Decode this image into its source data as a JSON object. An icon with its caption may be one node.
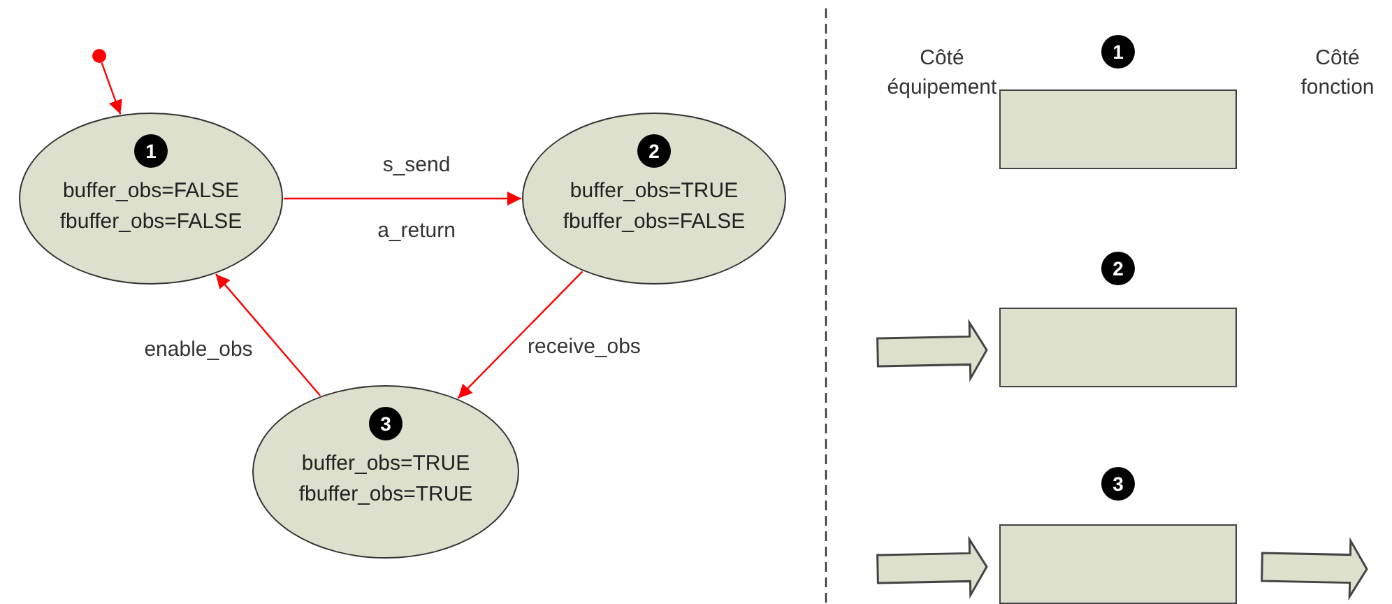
{
  "diagram": {
    "nodes": [
      {
        "text": [],
        "shape": "circle"
      },
      {
        "text": [
          "1",
          "buffer_obs=FALSE",
          "fbuffer_obs=FALSE"
        ]
      },
      {
        "text": [
          "2",
          "buffer_obs=TRUE",
          "fbuffer_obs=FALSE"
        ]
      },
      {
        "text": [
          "3",
          "buffer_obs=TRUE",
          "fbuffer_obs=TRUE"
        ]
      },
      {
        "text": [
          "1"
        ]
      },
      {
        "text": [
          "2"
        ]
      },
      {
        "text": [
          "3"
        ]
      }
    ],
    "edges": [
      {
        "from": 0,
        "to": 1,
        "arrow": "to"
      },
      {
        "from": 1,
        "to": 2,
        "arrow": "to",
        "label": "s_send"
      },
      {
        "from": 2,
        "to": 3,
        "arrow": "to",
        "label": "receive_obs"
      },
      {
        "from": 3,
        "to": 1,
        "arrow": "to",
        "label": "enable_obs"
      },
      {
        "from": null,
        "to": 5,
        "arrow": "to",
        "style": "thick"
      },
      {
        "from": null,
        "to": 6,
        "arrow": "to",
        "style": "thick"
      },
      {
        "from": 6,
        "to": null,
        "arrow": "to",
        "style": "thick"
      }
    ],
    "labels": [
      "a_return",
      "Côté équipement",
      "Côté fonction"
    ]
  }
}
